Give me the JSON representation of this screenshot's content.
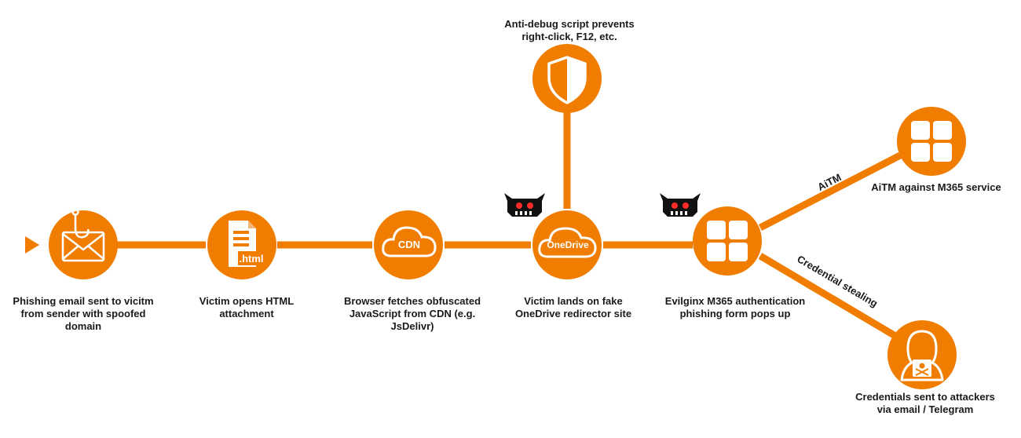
{
  "colors": {
    "accent": "#f07c00",
    "text": "#1a1a1a",
    "white": "#ffffff"
  },
  "steps": [
    {
      "label": "Phishing email sent to vicitm\nfrom sender with spoofed\ndomain",
      "icon": "email-hook-icon"
    },
    {
      "label": "Victim opens HTML\nattachment",
      "icon": "html-file-icon",
      "icon_text": ".html"
    },
    {
      "label": "Browser fetches obfuscated\nJavaScript from CDN (e.g.\nJsDelivr)",
      "icon": "cloud-cdn-icon",
      "icon_text": "CDN"
    },
    {
      "label": "Victim lands on fake\nOneDrive redirector site",
      "icon": "cloud-onedrive-icon",
      "icon_text": "OneDrive"
    },
    {
      "label": "Evilginx M365 authentication\nphishing form pops up",
      "icon": "windows-logo-icon"
    }
  ],
  "antidebug": {
    "label": "Anti-debug script prevents\nright-click, F12, etc.",
    "icon": "shield-icon"
  },
  "aitm": {
    "label": "AiTM against M365 service",
    "icon": "windows-logo-icon",
    "line_label": "AiTM"
  },
  "creds": {
    "label": "Credentials sent to attackers\nvia email / Telegram",
    "icon": "hooded-attacker-icon",
    "line_label": "Credential stealing"
  },
  "evilginx_badge_icon": "evilginx-demon-icon"
}
